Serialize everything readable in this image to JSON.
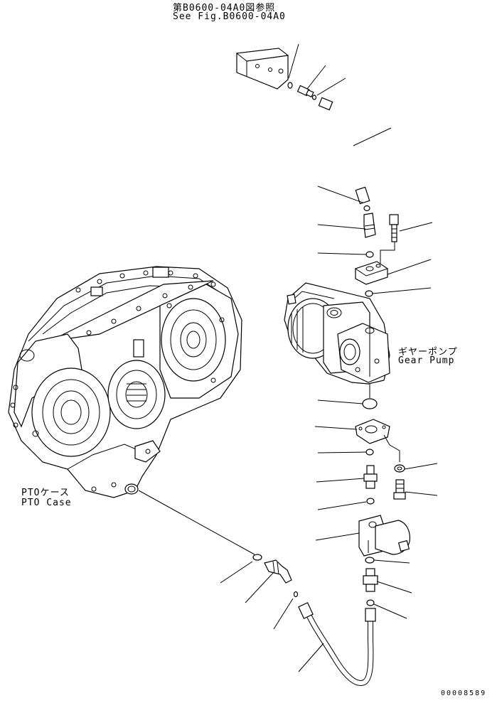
{
  "reference": {
    "label_jp": "第B0600-04A0図参照",
    "label_en": "See Fig.B0600-04A0"
  },
  "gear_pump": {
    "label_jp": "ギヤーポンプ",
    "label_en": "Gear Pump"
  },
  "pto_case": {
    "label_jp": "PTOケース",
    "label_en": "PTO Case"
  },
  "drawing_code": "00008589"
}
